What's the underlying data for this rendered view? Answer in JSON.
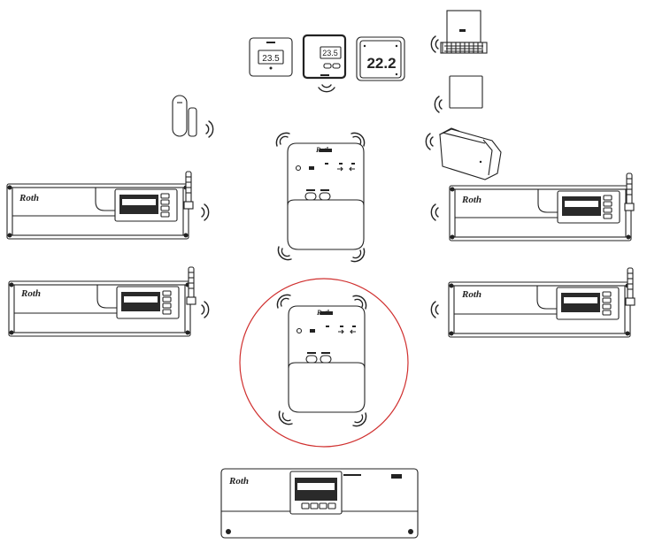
{
  "brand": {
    "logo_text": "Roth"
  },
  "thermostats": [
    {
      "display": "23.5"
    },
    {
      "display": "23.5"
    },
    {
      "display": "22.2"
    }
  ],
  "highlight_color": "#d0302f",
  "line_color": "#222222"
}
